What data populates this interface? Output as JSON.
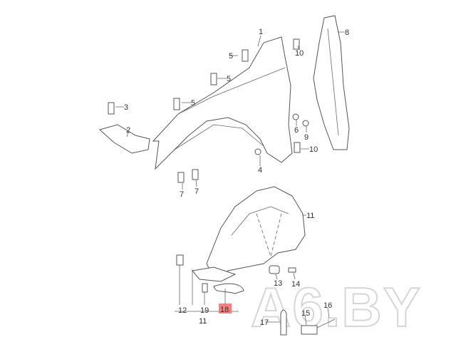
{
  "diagram": {
    "labels": {
      "p1": "1",
      "p2": "2",
      "p3": "3",
      "p4": "4",
      "p5": "5",
      "p6": "6",
      "p7": "7",
      "p8": "8",
      "p9": "9",
      "p10": "10",
      "p11": "11",
      "p12": "12",
      "p13": "13",
      "p14": "14",
      "p15": "15",
      "p16": "16",
      "p17": "17",
      "p18": "18",
      "p19": "19"
    },
    "highlight_color": "#f26b6b",
    "watermark": "A6.BY"
  }
}
